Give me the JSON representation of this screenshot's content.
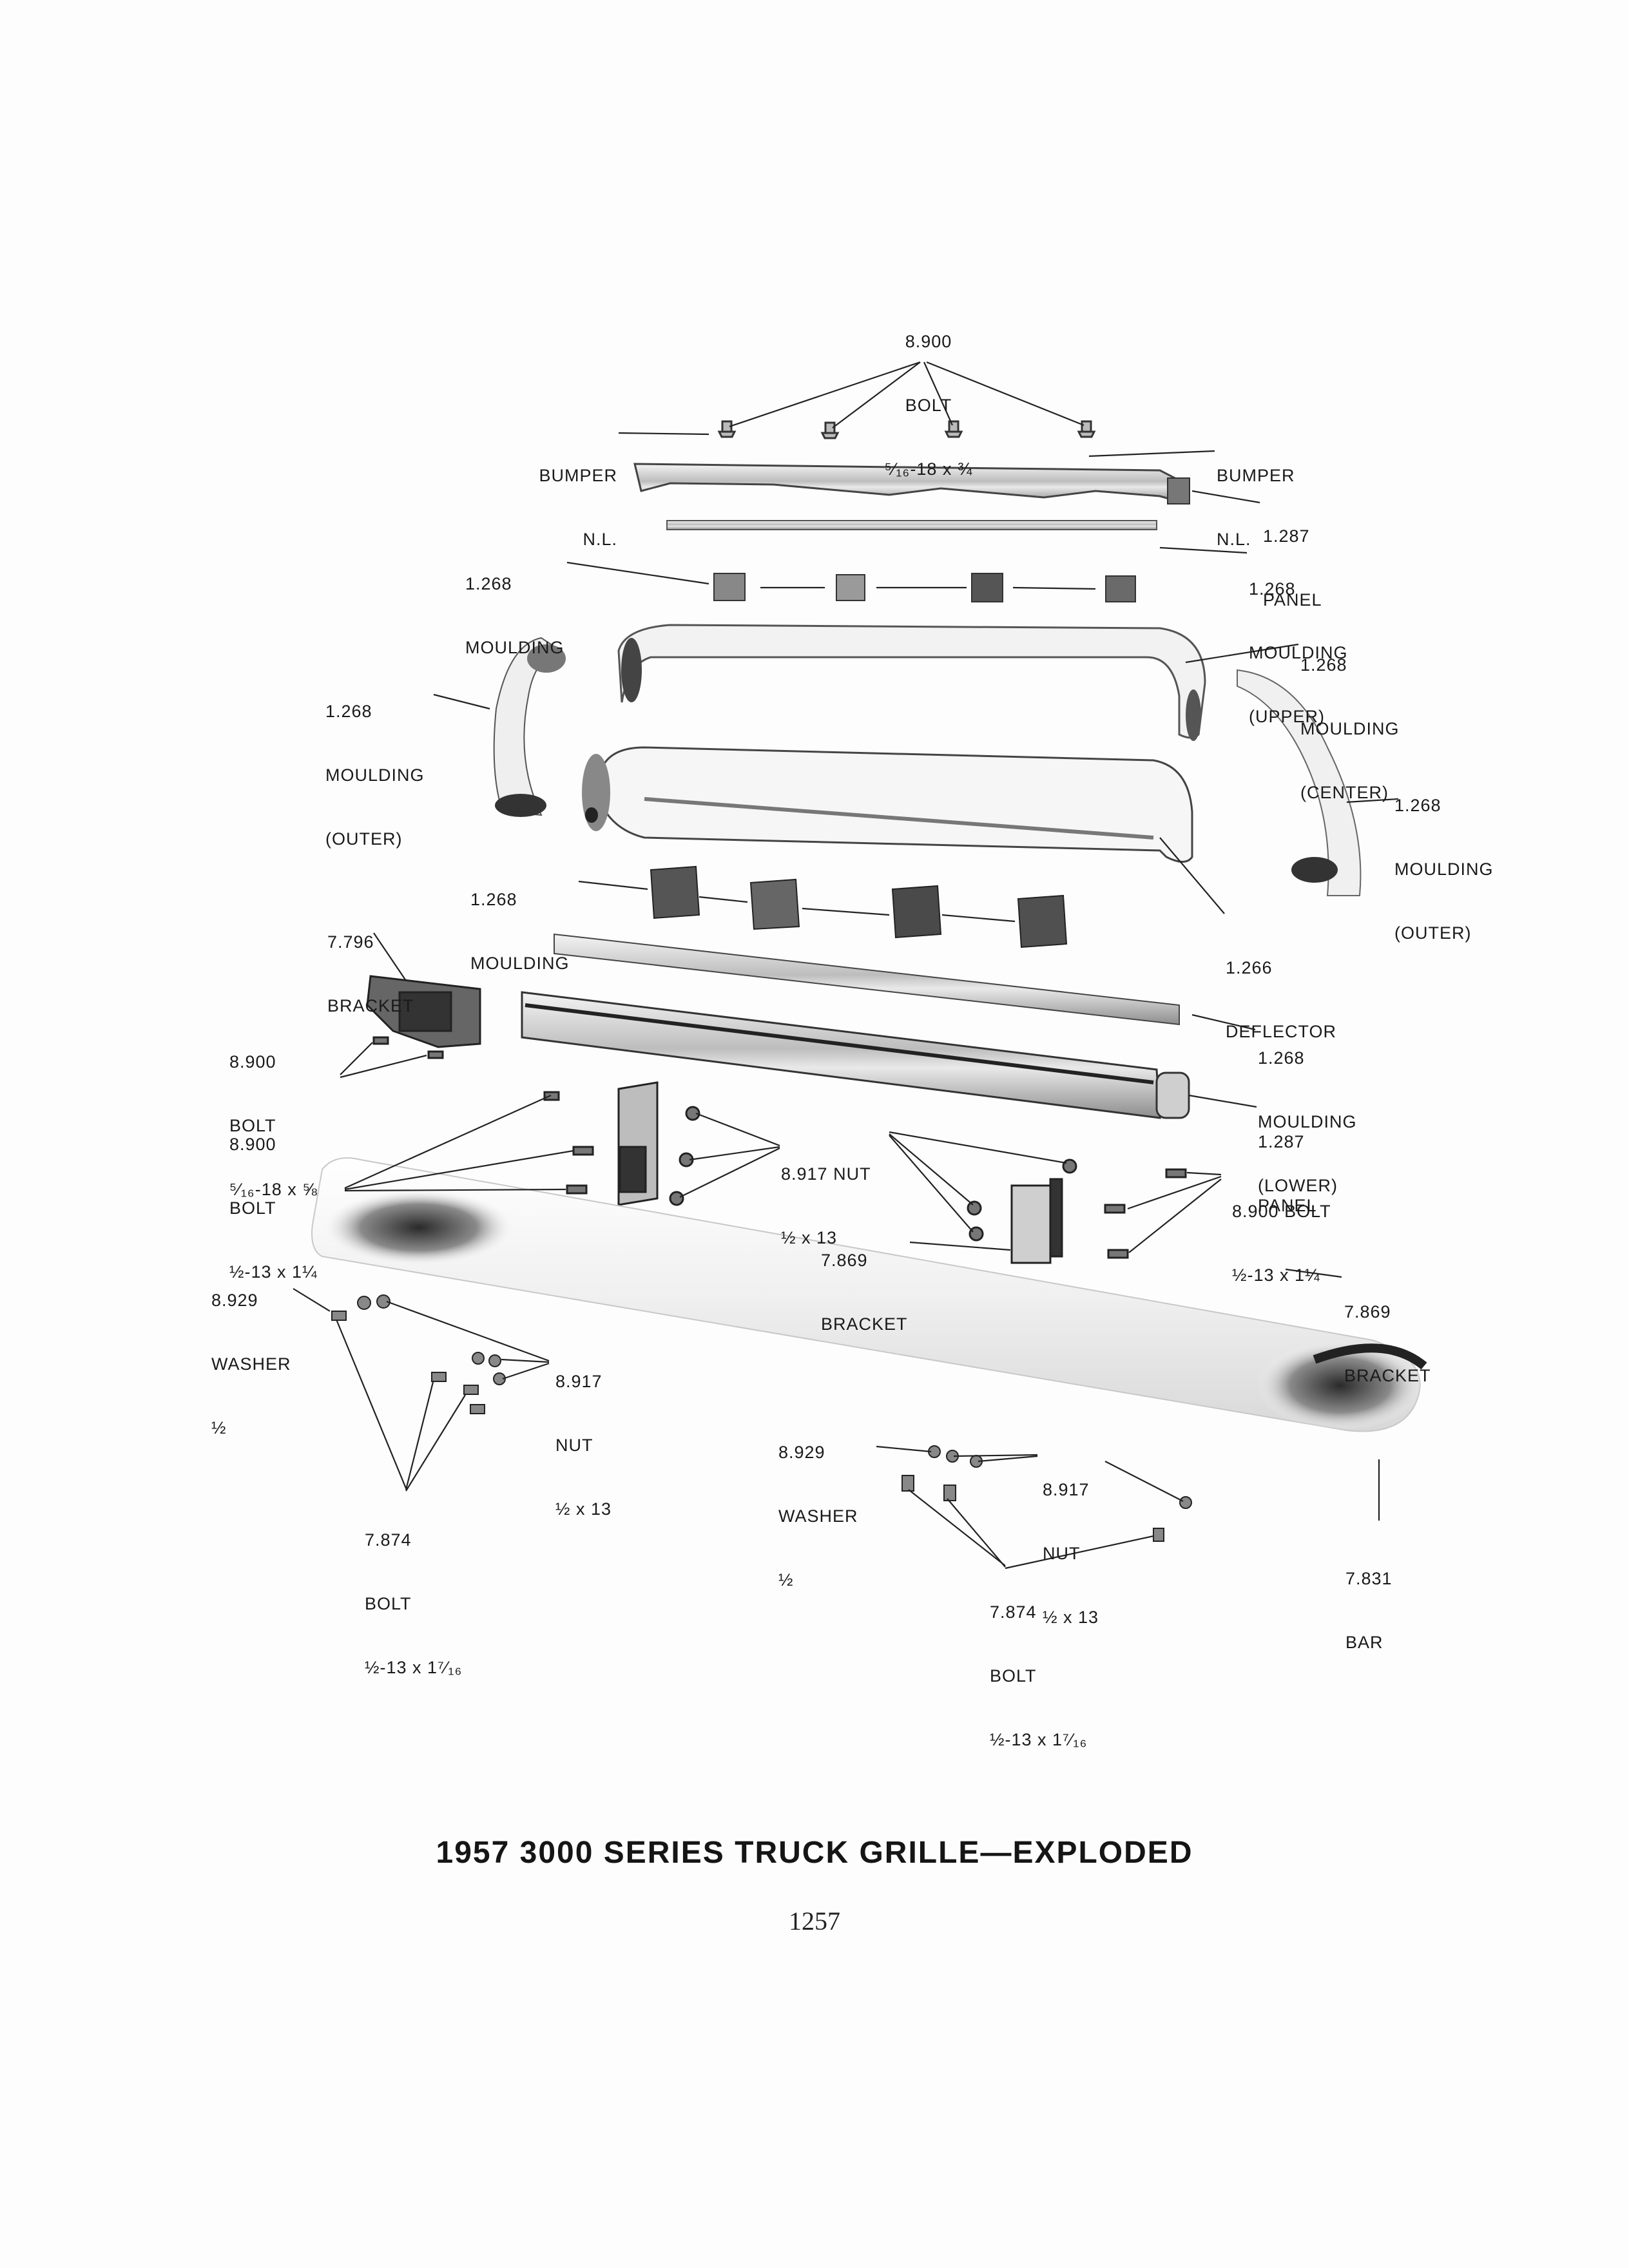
{
  "title": "1957 3000 SERIES TRUCK GRILLE—EXPLODED",
  "page_number": "1257",
  "labels": {
    "bolt_top": [
      "8.900",
      "BOLT",
      "⁵⁄₁₆-18 x ¾"
    ],
    "bumper_left": [
      "BUMPER",
      "N.L."
    ],
    "bumper_right": [
      "BUMPER",
      "N.L."
    ],
    "panel_upper": [
      "1.287",
      "PANEL"
    ],
    "moulding_upper": [
      "1.268",
      "MOULDING",
      "(UPPER)"
    ],
    "moulding_left_upper": [
      "1.268",
      "MOULDING"
    ],
    "moulding_center": [
      "1.268",
      "MOULDING",
      "(CENTER)"
    ],
    "moulding_outer_left": [
      "1.268",
      "MOULDING",
      "(OUTER)"
    ],
    "moulding_outer_right": [
      "1.268",
      "MOULDING",
      "(OUTER)"
    ],
    "moulding_left_lower": [
      "1.268",
      "MOULDING"
    ],
    "deflector": [
      "1.266",
      "DEFLECTOR"
    ],
    "bracket_796": [
      "7.796",
      "BRACKET"
    ],
    "bolt_left_small": [
      "8.900",
      "BOLT",
      "⁵⁄₁₆-18 x ⅝"
    ],
    "moulding_lower": [
      "1.268",
      "MOULDING",
      "(LOWER)"
    ],
    "bolt_left_large": [
      "8.900",
      "BOLT",
      "½-13 x 1¼"
    ],
    "panel_lower": [
      "1.287",
      "PANEL"
    ],
    "nut_center": [
      "8.917 NUT",
      "½ x 13"
    ],
    "bolt_right": [
      "8.900 BOLT",
      "½-13 x 1¼"
    ],
    "bracket_869_center": [
      "7.869",
      "BRACKET"
    ],
    "bracket_869_right": [
      "7.869",
      "BRACKET"
    ],
    "washer_left": [
      "8.929",
      "WASHER",
      "½"
    ],
    "nut_left": [
      "8.917",
      "NUT",
      "½ x 13"
    ],
    "bolt_874_left": [
      "7.874",
      "BOLT",
      "½-13 x 1⁷⁄₁₆"
    ],
    "washer_right": [
      "8.929",
      "WASHER",
      "½"
    ],
    "nut_right": [
      "8.917",
      "NUT",
      "½ x 13"
    ],
    "bar": [
      "7.831",
      "BAR"
    ],
    "bolt_874_right": [
      "7.874",
      "BOLT",
      "½-13 x 1⁷⁄₁₆"
    ]
  }
}
